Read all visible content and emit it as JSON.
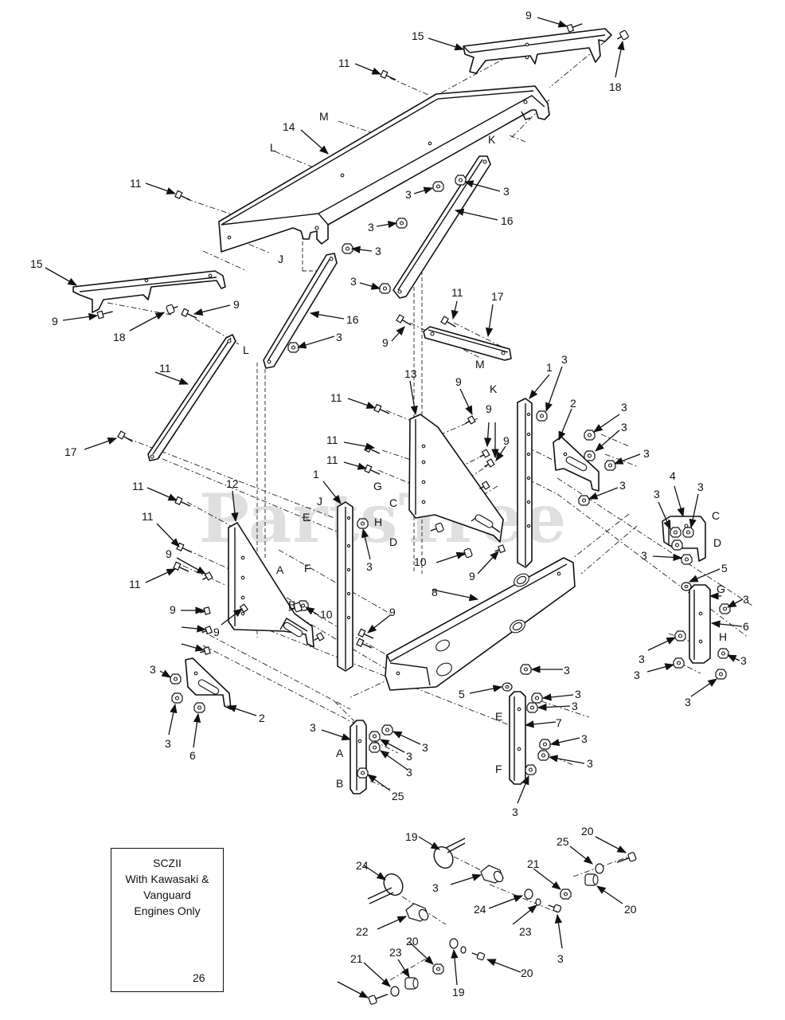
{
  "watermark": "PartsTree",
  "note_box": {
    "lines": [
      "SCZII",
      "With Kawasaki &",
      "Vanguard",
      "Engines Only"
    ],
    "part_callout": "26"
  },
  "callouts": [
    {
      "id": "c9a",
      "text": "9"
    },
    {
      "id": "c15a",
      "text": "15"
    },
    {
      "id": "c18a",
      "text": "18"
    },
    {
      "id": "c11a",
      "text": "11"
    },
    {
      "id": "c14",
      "text": "14"
    },
    {
      "id": "c11b",
      "text": "11"
    },
    {
      "id": "c3a",
      "text": "3"
    },
    {
      "id": "c3b",
      "text": "3"
    },
    {
      "id": "c3c",
      "text": "3"
    },
    {
      "id": "c16a",
      "text": "16"
    },
    {
      "id": "c3d",
      "text": "3"
    },
    {
      "id": "c15b",
      "text": "15"
    },
    {
      "id": "c3e",
      "text": "3"
    },
    {
      "id": "c9b",
      "text": "9"
    },
    {
      "id": "c18b",
      "text": "18"
    },
    {
      "id": "c9c",
      "text": "9"
    },
    {
      "id": "c16b",
      "text": "16"
    },
    {
      "id": "c3f",
      "text": "3"
    },
    {
      "id": "c17a",
      "text": "17"
    },
    {
      "id": "c11c",
      "text": "11"
    },
    {
      "id": "c11d",
      "text": "11"
    },
    {
      "id": "c17b",
      "text": "17"
    },
    {
      "id": "c9d",
      "text": "9"
    },
    {
      "id": "c11e",
      "text": "11"
    },
    {
      "id": "c13",
      "text": "13"
    },
    {
      "id": "c9e",
      "text": "9"
    },
    {
      "id": "c1a",
      "text": "1"
    },
    {
      "id": "c3g",
      "text": "3"
    },
    {
      "id": "c2a",
      "text": "2"
    },
    {
      "id": "c3h",
      "text": "3"
    },
    {
      "id": "c9f",
      "text": "9"
    },
    {
      "id": "c9g",
      "text": "9"
    },
    {
      "id": "c3i",
      "text": "3"
    },
    {
      "id": "c11f",
      "text": "11"
    },
    {
      "id": "c11g",
      "text": "11"
    },
    {
      "id": "c3j",
      "text": "3"
    },
    {
      "id": "c3k",
      "text": "3"
    },
    {
      "id": "c11h",
      "text": "11"
    },
    {
      "id": "c12",
      "text": "12"
    },
    {
      "id": "c1b",
      "text": "1"
    },
    {
      "id": "c4",
      "text": "4"
    },
    {
      "id": "c3l",
      "text": "3"
    },
    {
      "id": "c3m",
      "text": "3"
    },
    {
      "id": "c11i",
      "text": "11"
    },
    {
      "id": "c3n",
      "text": "3"
    },
    {
      "id": "c9h",
      "text": "9"
    },
    {
      "id": "c10a",
      "text": "10"
    },
    {
      "id": "c9i",
      "text": "9"
    },
    {
      "id": "c3o",
      "text": "3"
    },
    {
      "id": "c5a",
      "text": "5"
    },
    {
      "id": "c11j",
      "text": "11"
    },
    {
      "id": "c8",
      "text": "8"
    },
    {
      "id": "c3p",
      "text": "3"
    },
    {
      "id": "c9j",
      "text": "9"
    },
    {
      "id": "c10b",
      "text": "10"
    },
    {
      "id": "c9k",
      "text": "9"
    },
    {
      "id": "c9l",
      "text": "9"
    },
    {
      "id": "c3q",
      "text": "3"
    },
    {
      "id": "c6a",
      "text": "6"
    },
    {
      "id": "c3r",
      "text": "3"
    },
    {
      "id": "c3s",
      "text": "3"
    },
    {
      "id": "c3t",
      "text": "3"
    },
    {
      "id": "c2b",
      "text": "2"
    },
    {
      "id": "c3u",
      "text": "3"
    },
    {
      "id": "c5b",
      "text": "5"
    },
    {
      "id": "c3v",
      "text": "3"
    },
    {
      "id": "c3w",
      "text": "3"
    },
    {
      "id": "c3x",
      "text": "3"
    },
    {
      "id": "c3y",
      "text": "3"
    },
    {
      "id": "c6b",
      "text": "6"
    },
    {
      "id": "c7",
      "text": "7"
    },
    {
      "id": "c3z",
      "text": "3"
    },
    {
      "id": "c3aa",
      "text": "3"
    },
    {
      "id": "c3ab",
      "text": "3"
    },
    {
      "id": "c3ac",
      "text": "3"
    },
    {
      "id": "c3ad",
      "text": "3"
    },
    {
      "id": "c3ae",
      "text": "3"
    },
    {
      "id": "c3af",
      "text": "3"
    },
    {
      "id": "c25a",
      "text": "25"
    },
    {
      "id": "c19a",
      "text": "19"
    },
    {
      "id": "c20a",
      "text": "20"
    },
    {
      "id": "c25b",
      "text": "25"
    },
    {
      "id": "c24a",
      "text": "24"
    },
    {
      "id": "c3ag",
      "text": "3"
    },
    {
      "id": "c21a",
      "text": "21"
    },
    {
      "id": "c20b",
      "text": "20"
    },
    {
      "id": "c24b",
      "text": "24"
    },
    {
      "id": "c22",
      "text": "22"
    },
    {
      "id": "c23a",
      "text": "23"
    },
    {
      "id": "c3ah",
      "text": "3"
    },
    {
      "id": "c20c",
      "text": "20"
    },
    {
      "id": "c21b",
      "text": "21"
    },
    {
      "id": "c23b",
      "text": "23"
    },
    {
      "id": "c20d",
      "text": "20"
    },
    {
      "id": "c19b",
      "text": "19"
    }
  ],
  "letters": [
    {
      "id": "lM1",
      "text": "M"
    },
    {
      "id": "lL1",
      "text": "L"
    },
    {
      "id": "lK1",
      "text": "K"
    },
    {
      "id": "lJ1",
      "text": "J"
    },
    {
      "id": "lL2",
      "text": "L"
    },
    {
      "id": "lM2",
      "text": "M"
    },
    {
      "id": "lK2",
      "text": "K"
    },
    {
      "id": "lG1",
      "text": "G"
    },
    {
      "id": "lC1",
      "text": "C"
    },
    {
      "id": "lH1",
      "text": "H"
    },
    {
      "id": "lD1",
      "text": "D"
    },
    {
      "id": "lJ2",
      "text": "J"
    },
    {
      "id": "lE1",
      "text": "E"
    },
    {
      "id": "lF1",
      "text": "F"
    },
    {
      "id": "lA1",
      "text": "A"
    },
    {
      "id": "lB1",
      "text": "B"
    },
    {
      "id": "lC2",
      "text": "C"
    },
    {
      "id": "lD2",
      "text": "D"
    },
    {
      "id": "lG2",
      "text": "G"
    },
    {
      "id": "lH2",
      "text": "H"
    },
    {
      "id": "lE2",
      "text": "E"
    },
    {
      "id": "lF2",
      "text": "F"
    },
    {
      "id": "lA2",
      "text": "A"
    },
    {
      "id": "lB2",
      "text": "B"
    }
  ]
}
